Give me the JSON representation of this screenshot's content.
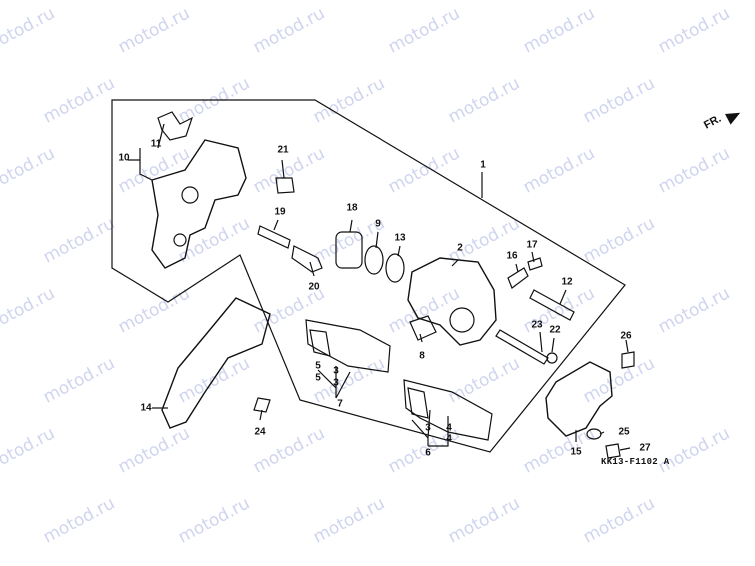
{
  "diagram": {
    "watermark_text": "motod.ru",
    "front_marker": "FR.",
    "drawing_code": "KK13-F1102 A",
    "callouts": [
      "1",
      "2",
      "3",
      "4",
      "5",
      "6",
      "7",
      "8",
      "9",
      "10",
      "11",
      "12",
      "13",
      "14",
      "15",
      "16",
      "17",
      "18",
      "19",
      "20",
      "21",
      "22",
      "23",
      "24",
      "25",
      "26",
      "27",
      "3",
      "5",
      "3",
      "4"
    ]
  }
}
